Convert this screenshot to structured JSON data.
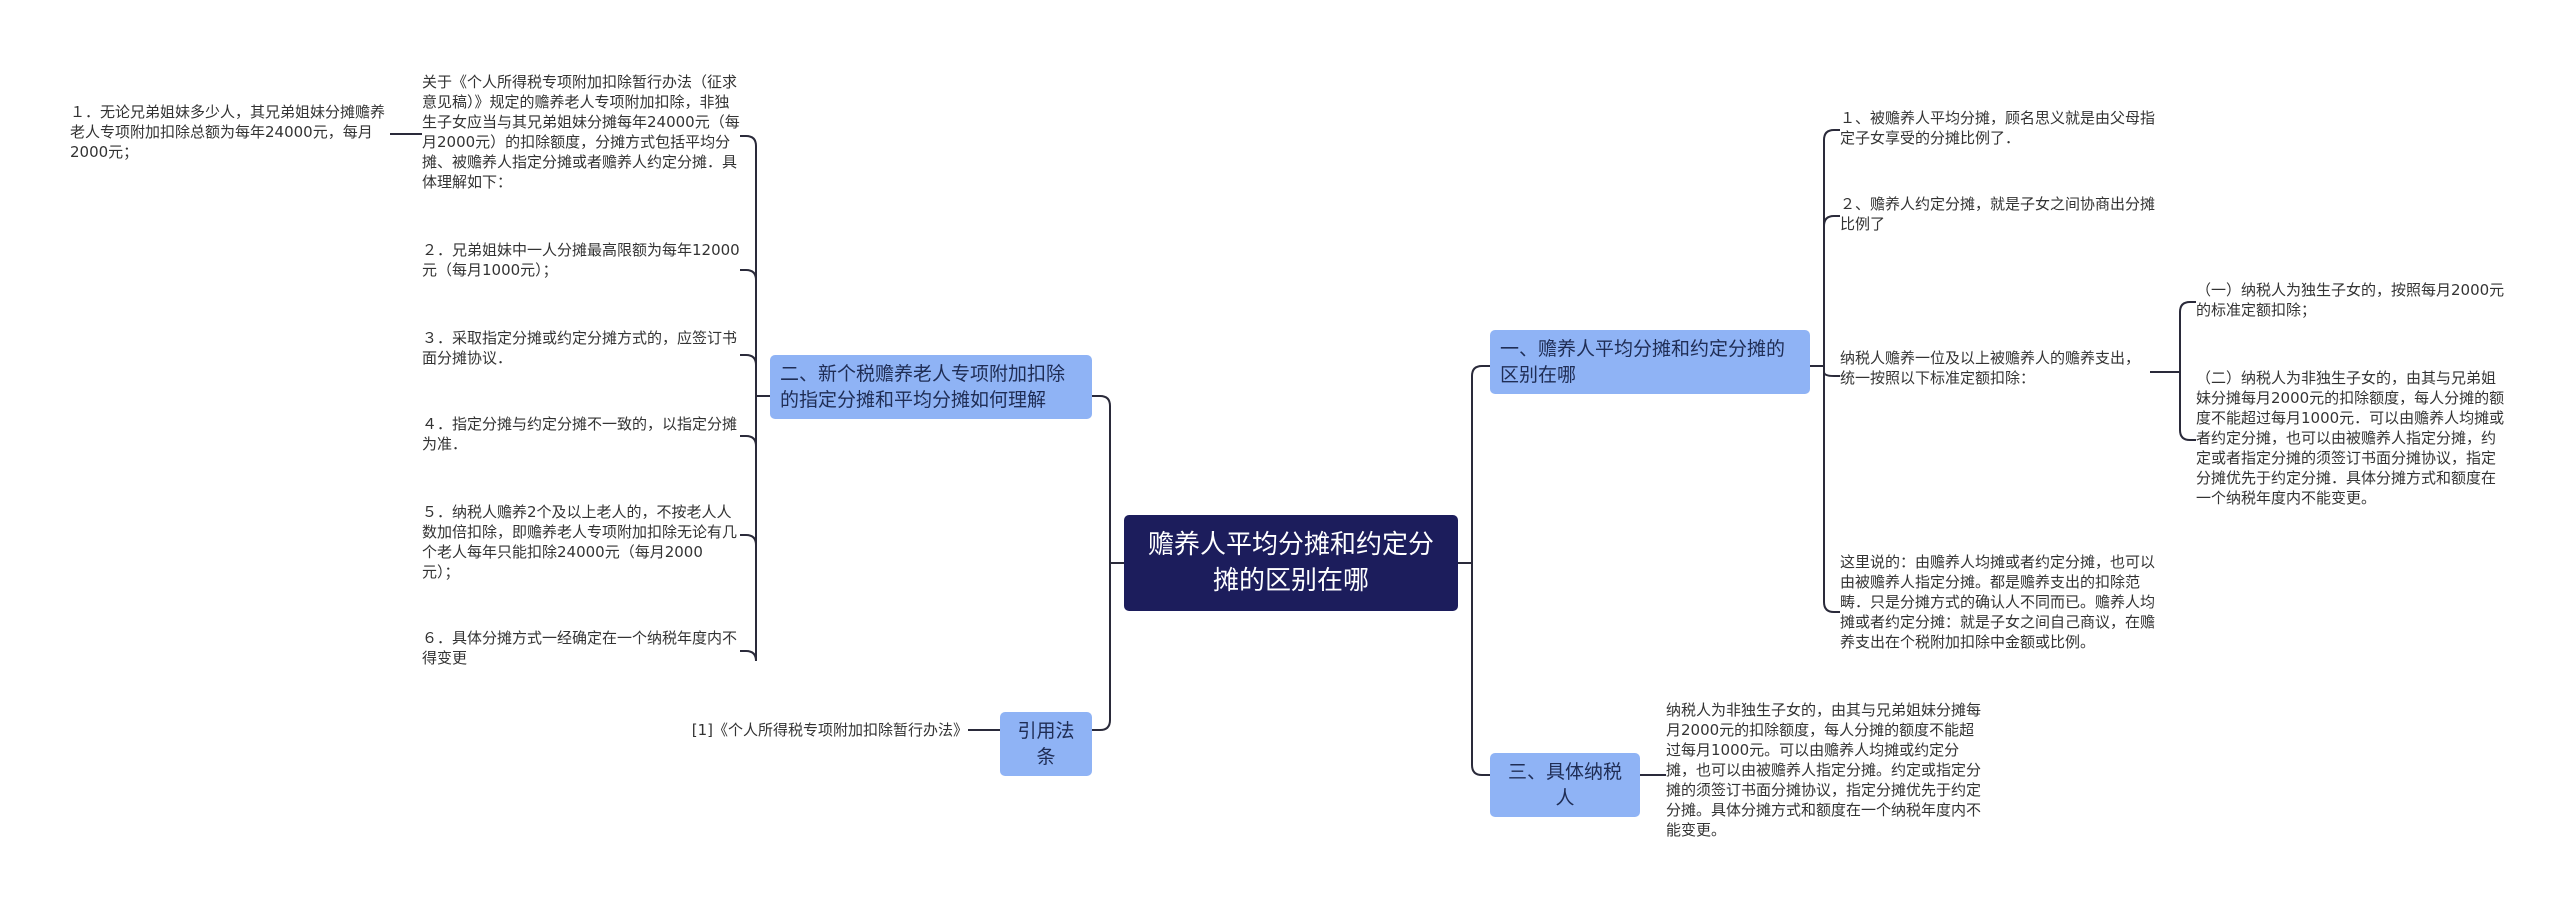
{
  "root": {
    "title": "赡养人平均分摊和约定分摊的区别在哪"
  },
  "left": {
    "branch1": {
      "label": "二、新个税赡养老人专项附加扣除的指定分摊和平均分摊如何理解",
      "intro": "关于《个人所得税专项附加扣除暂行办法（征求意见稿）》规定的赡养老人专项附加扣除，非独生子女应当与其兄弟姐妹分摊每年24000元（每月2000元）的扣除额度，分摊方式包括平均分摊、被赡养人指定分摊或者赡养人约定分摊．具体理解如下：",
      "intro_child": "１．无论兄弟姐妹多少人，其兄弟姐妹分摊赡养老人专项附加扣除总额为每年24000元，每月2000元；",
      "items": [
        "２．兄弟姐妹中一人分摊最高限额为每年12000元（每月1000元）；",
        "３．采取指定分摊或约定分摊方式的，应签订书面分摊协议．",
        "４．指定分摊与约定分摊不一致的，以指定分摊为准．",
        "５．纳税人赡养2个及以上老人的，不按老人人数加倍扣除，即赡养老人专项附加扣除无论有几个老人每年只能扣除24000元（每月2000元）；",
        "６．具体分摊方式一经确定在一个纳税年度内不得变更"
      ]
    },
    "branch2": {
      "label": "引用法条",
      "child": "[1]《个人所得税专项附加扣除暂行办法》"
    }
  },
  "right": {
    "branch1": {
      "label": "一、赡养人平均分摊和约定分摊的区别在哪",
      "items": [
        "１、被赡养人平均分摊，顾名思义就是由父母指定子女享受的分摊比例了．",
        "２、赡养人约定分摊，就是子女之间协商出分摊比例了",
        "纳税人赡养一位及以上被赡养人的赡养支出，统一按照以下标准定额扣除：",
        "这里说的：由赡养人均摊或者约定分摊，也可以由被赡养人指定分摊。都是赡养支出的扣除范畴．只是分摊方式的确认人不同而已。赡养人均摊或者约定分摊：就是子女之间自己商议，在赡养支出在个税附加扣除中金额或比例。"
      ],
      "sub": [
        "（一）纳税人为独生子女的，按照每月2000元的标准定额扣除；",
        "（二）纳税人为非独生子女的，由其与兄弟姐妹分摊每月2000元的扣除额度，每人分摊的额度不能超过每月1000元．可以由赡养人均摊或者约定分摊，也可以由被赡养人指定分摊，约定或者指定分摊的须签订书面分摊协议，指定分摊优先于约定分摊．具体分摊方式和额度在一个纳税年度内不能变更。"
      ]
    },
    "branch2": {
      "label": "三、具体纳税人",
      "child": "纳税人为非独生子女的，由其与兄弟姐妹分摊每月2000元的扣除额度，每人分摊的额度不能超过每月1000元。可以由赡养人均摊或约定分摊，也可以由被赡养人指定分摊。约定或指定分摊的须签订书面分摊协议，指定分摊优先于约定分摊。具体分摊方式和额度在一个纳税年度内不能变更。"
    }
  },
  "colors": {
    "root": "#1c1d5c",
    "branch": "#8fb3f5",
    "line": "#2a2a3a"
  }
}
